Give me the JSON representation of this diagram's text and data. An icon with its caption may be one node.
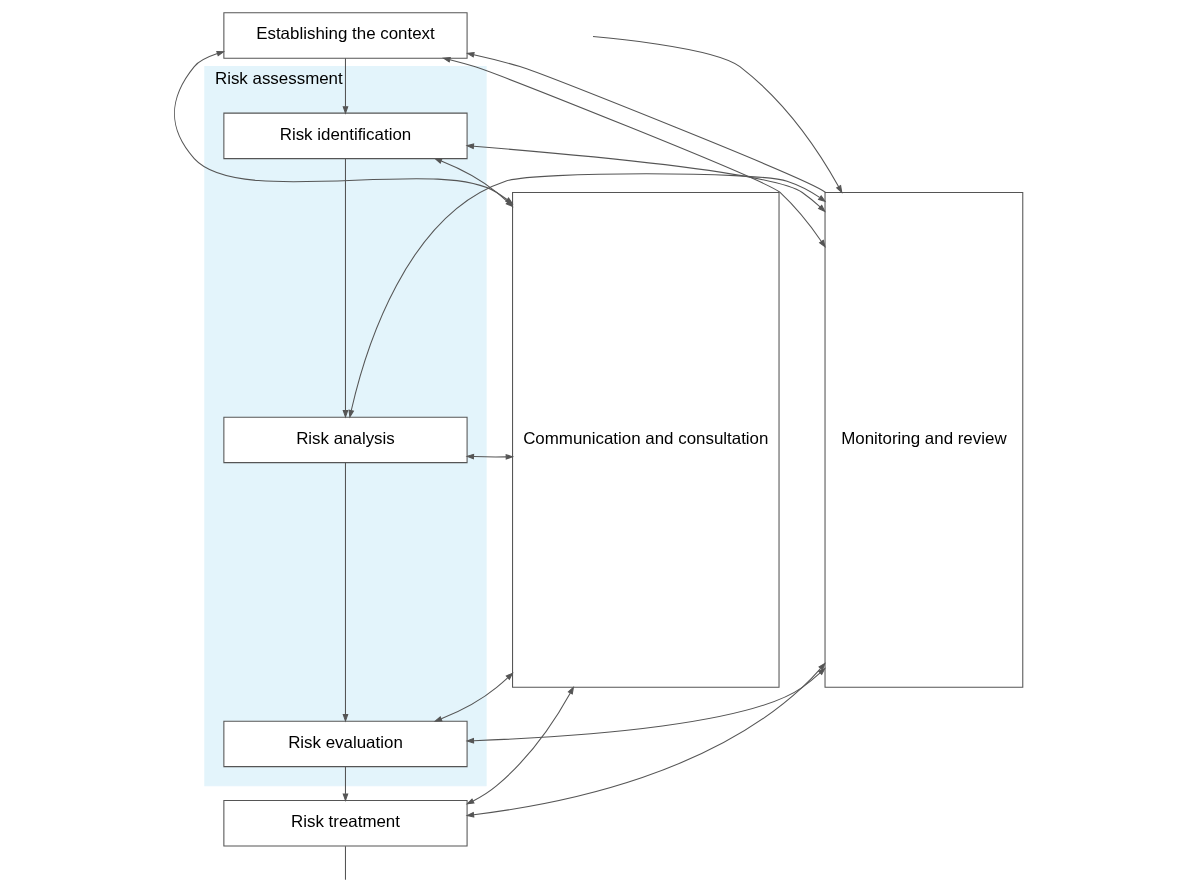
{
  "diagram": {
    "nodes": [
      {
        "text": [
          "Communication and consultation"
        ]
      },
      {
        "text": [
          "Establishing the context"
        ]
      },
      {
        "text": [
          "Risk assessment"
        ]
      },
      {
        "text": [
          "Risk identification"
        ],
        "in": 2
      },
      {
        "text": [
          "Risk analysis"
        ],
        "in": 2
      },
      {
        "text": [
          "Risk evaluation"
        ],
        "in": 2
      },
      {
        "text": [
          "Risk treatment"
        ]
      },
      {
        "text": [
          "Monitoring and review"
        ]
      }
    ],
    "edges": [
      {
        "from": 0,
        "to": 1,
        "arrow": "both"
      },
      {
        "from": 1,
        "to": 7,
        "arrow": "both"
      },
      {
        "from": 0,
        "to": 3,
        "arrow": "both"
      },
      {
        "from": 3,
        "to": 7,
        "arrow": "both"
      },
      {
        "from": 0,
        "to": 4,
        "arrow": "both"
      },
      {
        "from": 4,
        "to": 7,
        "arrow": "both"
      },
      {
        "from": 0,
        "to": 5,
        "arrow": "both"
      },
      {
        "from": 5,
        "to": 7,
        "arrow": "both"
      },
      {
        "from": 0,
        "to": 6,
        "arrow": "both"
      },
      {
        "from": 6,
        "to": 7,
        "arrow": "both"
      },
      {
        "from": 1,
        "to": 3,
        "arrow": "to"
      },
      {
        "from": 3,
        "to": 4,
        "arrow": "to"
      },
      {
        "from": 4,
        "to": 5,
        "arrow": "to"
      },
      {
        "from": 5,
        "to": 6,
        "arrow": "to"
      },
      {
        "from": 7,
        "to": 1,
        "arrow": "to"
      },
      {
        "from": 6,
        "to": null,
        "arrow": "none"
      },
      {
        "from": null,
        "to": 7,
        "arrow": "to"
      }
    ]
  }
}
